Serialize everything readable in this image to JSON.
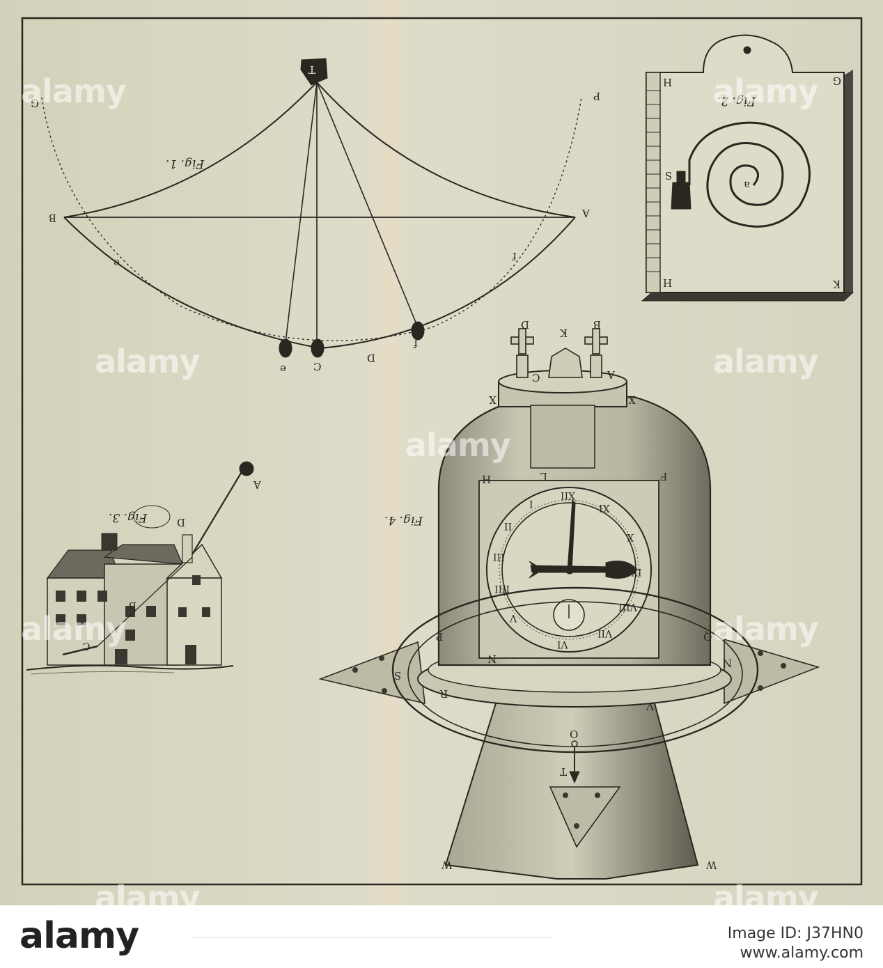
{
  "figure_labels": {
    "fig1": "Fig. 1.",
    "fig2": "Fig. 2.",
    "fig3": "Fig. 3.",
    "fig4": "Fig. 4."
  },
  "fig1_letters": {
    "top": "T",
    "left_top": "G",
    "right_top": "P",
    "left": "B",
    "right": "A",
    "arc_left": "e",
    "arc_right": "f",
    "bob_left": "e",
    "bob_mid": "C",
    "bob_right": "f",
    "bottom": "D"
  },
  "fig2_letters": {
    "top_right": "G",
    "top_left": "H",
    "bottom_left": "H",
    "bottom_right": "K",
    "weight": "S",
    "center": "a"
  },
  "fig3_letters": {
    "ball": "A",
    "chimney": "D",
    "house": "B",
    "door": "C"
  },
  "fig4_letters": {
    "ring_left": "X",
    "ring_right": "X",
    "knob_left": "D",
    "knob_mid": "K",
    "knob_right": "B",
    "sub_left": "C",
    "sub_right": "A",
    "case_left": "H",
    "case_mid": "L",
    "case_right": "F",
    "base_left": "N",
    "base_right": "N",
    "pointer": "O",
    "pointer_base": "T",
    "foot_left": "W",
    "foot_right": "W",
    "r1": "S",
    "r2": "R",
    "r3": "Q",
    "r4": "V",
    "r5": "P"
  },
  "dial_numerals": [
    "XII",
    "I",
    "II",
    "III",
    "IIII",
    "V",
    "VI",
    "VII",
    "VIII",
    "IX",
    "X",
    "XI"
  ],
  "watermark": "alamy",
  "footer": {
    "logo": "alamy",
    "image_id": "Image ID: J37HN0",
    "url": "www.alamy.com"
  },
  "colors": {
    "paper": "#dcdac5",
    "ink": "#2a2620",
    "footer_bg": "#ffffff"
  }
}
